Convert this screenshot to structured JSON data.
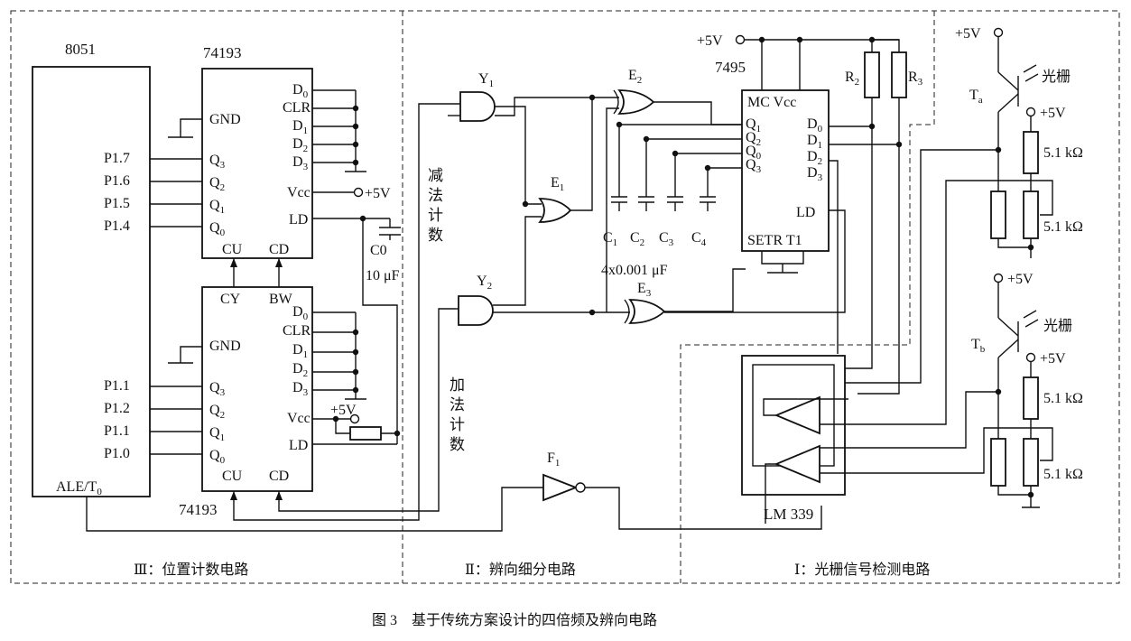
{
  "figure": {
    "caption": "图 3　基于传统方案设计的四倍频及辨向电路"
  },
  "sections": {
    "position_counter": "Ⅲ：位置计数电路",
    "direction_subdivision": "Ⅱ：辨向细分电路",
    "grating_detection": "Ⅰ：光栅信号检测电路"
  },
  "mcu": {
    "name": "8051",
    "pins_upper": [
      "P1.7",
      "P1.6",
      "P1.5",
      "P1.4"
    ],
    "pins_lower": [
      "P1.1",
      "P1.2",
      "P1.1",
      "P1.0"
    ],
    "ale": "ALE/T",
    "ale_sub": "0"
  },
  "counter_top": {
    "name": "74193",
    "gnd": "GND",
    "q_pins": [
      {
        "m": "Q",
        "s": "3"
      },
      {
        "m": "Q",
        "s": "2"
      },
      {
        "m": "Q",
        "s": "1"
      },
      {
        "m": "Q",
        "s": "0"
      }
    ],
    "d_pins": [
      {
        "m": "D",
        "s": "0"
      },
      {
        "m": "CLR",
        "s": ""
      },
      {
        "m": "D",
        "s": "1"
      },
      {
        "m": "D",
        "s": "2"
      },
      {
        "m": "D",
        "s": "3"
      }
    ],
    "vcc": "Vcc",
    "ld": "LD",
    "cu": "CU",
    "cd": "CD",
    "supply": "+5V",
    "cap_name": "C0",
    "cap_value": "10 μF"
  },
  "counter_bottom": {
    "name": "74193",
    "cy": "CY",
    "bw": "BW",
    "gnd": "GND",
    "q_pins": [
      {
        "m": "Q",
        "s": "3"
      },
      {
        "m": "Q",
        "s": "2"
      },
      {
        "m": "Q",
        "s": "1"
      },
      {
        "m": "Q",
        "s": "0"
      }
    ],
    "d_pins": [
      {
        "m": "D",
        "s": "0"
      },
      {
        "m": "CLR",
        "s": ""
      },
      {
        "m": "D",
        "s": "1"
      },
      {
        "m": "D",
        "s": "2"
      },
      {
        "m": "D",
        "s": "3"
      }
    ],
    "vcc": "Vcc",
    "ld": "LD",
    "cu": "CU",
    "cd": "CD",
    "supply": "+5V"
  },
  "direction": {
    "subtract_label": [
      "减",
      "法",
      "计",
      "数"
    ],
    "add_label": [
      "加",
      "法",
      "计",
      "数"
    ],
    "gate_y1": {
      "m": "Y",
      "s": "1"
    },
    "gate_y2": {
      "m": "Y",
      "s": "2"
    },
    "gate_e1": {
      "m": "E",
      "s": "1"
    },
    "gate_e2": {
      "m": "E",
      "s": "2"
    },
    "gate_e3": {
      "m": "E",
      "s": "3"
    },
    "gate_f1": {
      "m": "F",
      "s": "1"
    },
    "caps": [
      {
        "m": "C",
        "s": "1"
      },
      {
        "m": "C",
        "s": "2"
      },
      {
        "m": "C",
        "s": "3"
      },
      {
        "m": "C",
        "s": "4"
      }
    ],
    "caps_value": "4x0.001 μF"
  },
  "shift_register": {
    "name": "7495",
    "supply": "+5V",
    "top_pins": "MC  Vcc",
    "q_pins": [
      {
        "m": "Q",
        "s": "1"
      },
      {
        "m": "Q",
        "s": "2"
      },
      {
        "m": "Q",
        "s": "0"
      },
      {
        "m": "Q",
        "s": "3"
      }
    ],
    "d_pins": [
      {
        "m": "D",
        "s": "0"
      },
      {
        "m": "D",
        "s": "1"
      },
      {
        "m": "D",
        "s": "2"
      },
      {
        "m": "D",
        "s": "3"
      }
    ],
    "ld": "LD",
    "bottom_pins": "SETR T1"
  },
  "detection": {
    "r2": {
      "m": "R",
      "s": "2"
    },
    "r3": {
      "m": "R",
      "s": "3"
    },
    "comparator": "LM 339",
    "ta": {
      "m": "T",
      "s": "a"
    },
    "tb": {
      "m": "T",
      "s": "b"
    },
    "grating_a": "光栅",
    "grating_b": "光栅",
    "supply_ta": "+5V",
    "supply_a": "+5V",
    "supply_tb": "+5V",
    "supply_b": "+5V",
    "res_a1": "5.1 kΩ",
    "res_a2": "5.1 kΩ",
    "res_b1": "5.1 kΩ",
    "res_b2": "5.1 kΩ"
  }
}
